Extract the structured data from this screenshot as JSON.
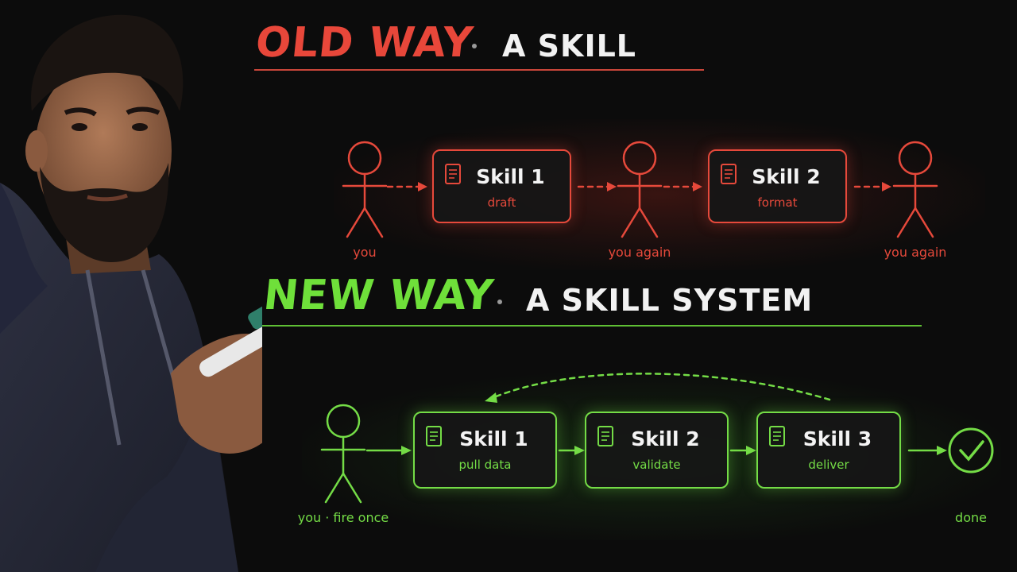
{
  "old_way": {
    "heading": "OLD WAY",
    "subheading": "A SKILL",
    "skills": [
      {
        "title": "Skill 1",
        "subtitle": "draft"
      },
      {
        "title": "Skill 2",
        "subtitle": "format"
      }
    ],
    "figure_labels": [
      "you",
      "you again",
      "you again"
    ],
    "color": "#e6493b"
  },
  "new_way": {
    "heading": "NEW WAY",
    "subheading": "A SKILL SYSTEM",
    "skills": [
      {
        "title": "Skill 1",
        "subtitle": "pull data"
      },
      {
        "title": "Skill 2",
        "subtitle": "validate"
      },
      {
        "title": "Skill 3",
        "subtitle": "deliver"
      }
    ],
    "start_label": "you · fire once",
    "end_label": "done",
    "color": "#74dc46"
  },
  "icons": [
    "document-icon",
    "stick-figure-icon",
    "check-circle-icon",
    "arrow-icon"
  ]
}
